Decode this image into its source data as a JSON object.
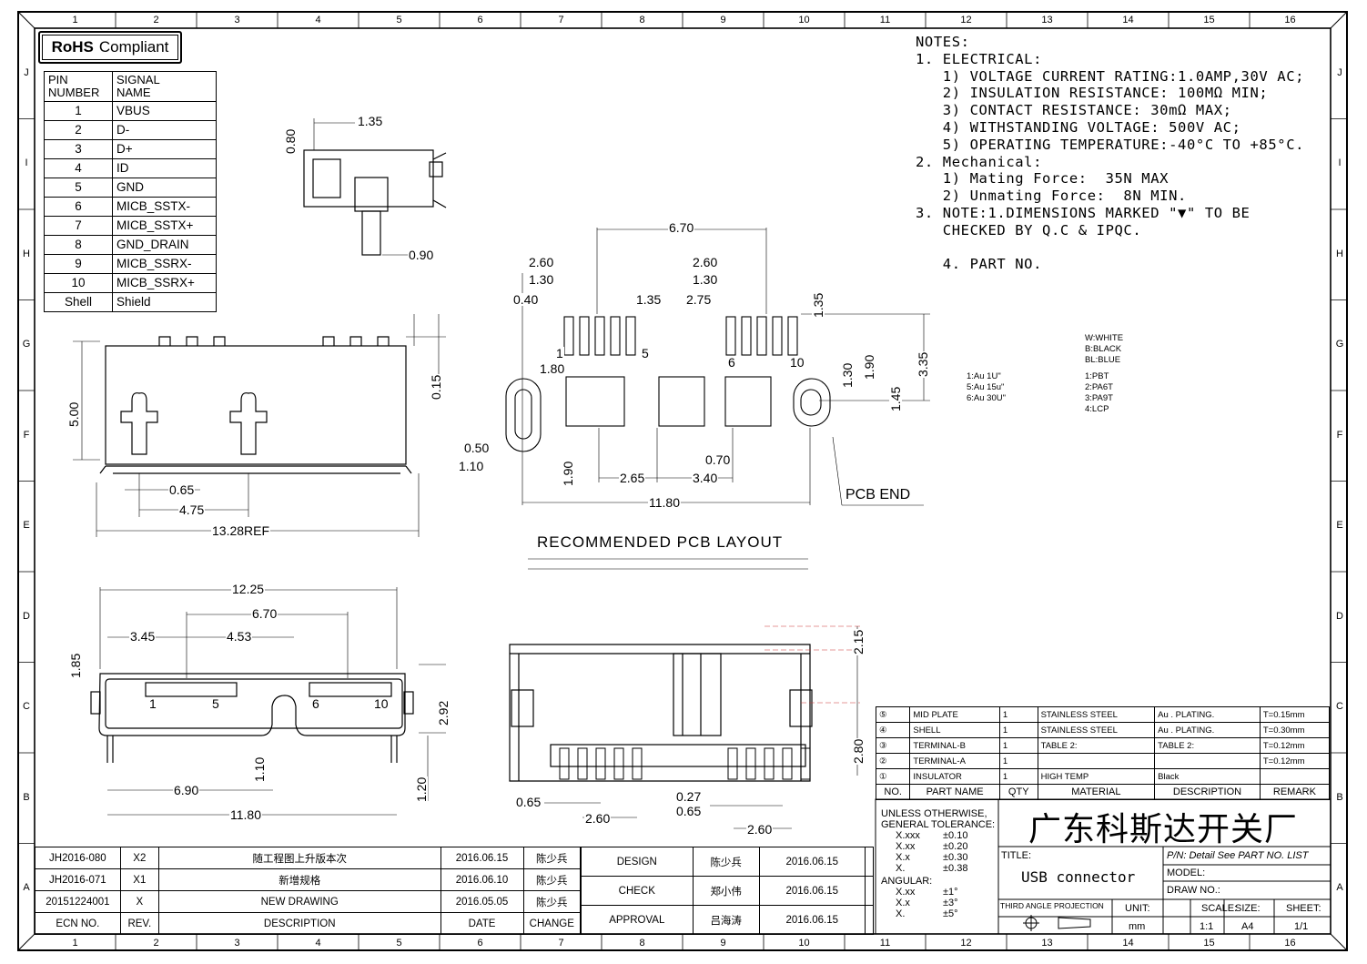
{
  "rohs": {
    "bold": "RoHS",
    "label": "Compliant"
  },
  "zones_cols": [
    "1",
    "2",
    "3",
    "4",
    "5",
    "6",
    "7",
    "8",
    "9",
    "10",
    "11",
    "12",
    "13",
    "14",
    "15",
    "16"
  ],
  "zones_rows": [
    "J",
    "I",
    "H",
    "G",
    "F",
    "E",
    "D",
    "C",
    "B",
    "A"
  ],
  "pin_table": {
    "headers": [
      "PIN NUMBER",
      "SIGNAL NAME"
    ],
    "header_lines": [
      [
        "PIN",
        "NUMBER"
      ],
      [
        "SIGNAL",
        "NAME"
      ]
    ],
    "rows": [
      [
        "1",
        "VBUS"
      ],
      [
        "2",
        "D-"
      ],
      [
        "3",
        "D+"
      ],
      [
        "4",
        "ID"
      ],
      [
        "5",
        "GND"
      ],
      [
        "6",
        "MICB_SSTX-"
      ],
      [
        "7",
        "MICB_SSTX+"
      ],
      [
        "8",
        "GND_DRAIN"
      ],
      [
        "9",
        "MICB_SSRX-"
      ],
      [
        "10",
        "MICB_SSRX+"
      ],
      [
        "Shell",
        "Shield"
      ]
    ]
  },
  "notes": [
    "NOTES:",
    "1. ELECTRICAL:",
    "   1) VOLTAGE CURRENT RATING:1.0AMP,30V AC;",
    "   2) INSULATION RESISTANCE: 100MΩ MIN;",
    "   3) CONTACT RESISTANCE: 30mΩ MAX;",
    "   4) WITHSTANDING VOLTAGE: 500V AC;",
    "   5) OPERATING TEMPERATURE:-40°C TO +85°C.",
    "2. Mechanical:",
    "   1) Mating Force:  35N MAX",
    "   2) Unmating Force:  8N MIN.",
    "3. NOTE:1.DIMENSIONS MARKED \"▼\" TO BE",
    "   CHECKED BY Q.C & IPQC.",
    "",
    "   4. PART NO."
  ],
  "part_codes": {
    "colors": [
      "W:WHITE",
      "B:BLACK",
      "BL:BLUE"
    ],
    "plating": [
      "1:Au 1U\"",
      "5:Au 15u\"",
      "6:Au 30U\""
    ],
    "materials": [
      "1:PBT",
      "2:PA6T",
      "3:PA9T",
      "4:LCP"
    ]
  },
  "dims": {
    "top_view": [
      "0.80",
      "1.35",
      "0.90"
    ],
    "front_view": [
      "5.00",
      "0.15",
      "0.65",
      "4.75",
      "13.28REF"
    ],
    "pcb": [
      "6.70",
      "2.60",
      "1.30",
      "0.40",
      "1.35",
      "2.75",
      "2.60",
      "1.30",
      "1.35",
      "1",
      "5",
      "6",
      "10",
      "1.80",
      "1.30",
      "1.90",
      "3.35",
      "1.45",
      "0.50",
      "1.10",
      "1.90",
      "0.70",
      "2.65",
      "3.40",
      "11.80",
      "PCB END"
    ],
    "bottom_view": [
      "12.25",
      "6.70",
      "3.45",
      "4.53",
      "1.85",
      "2.92",
      "1",
      "5",
      "6",
      "10",
      "1.10",
      "1.20",
      "6.90",
      "11.80"
    ],
    "side_view": [
      "2.15",
      "2.80",
      "0.27",
      "0.65",
      "0.65",
      "2.60",
      "2.60"
    ]
  },
  "pcb_title": "RECOMMENDED PCB LAYOUT",
  "bom": {
    "rows": [
      [
        "5",
        "MID PLATE",
        "1",
        "STAINLESS STEEL",
        "Au . PLATING.",
        "T=0.15mm"
      ],
      [
        "4",
        "SHELL",
        "1",
        "STAINLESS STEEL",
        "Au . PLATING.",
        "T=0.30mm"
      ],
      [
        "3",
        "TERMINAL-B",
        "1",
        "TABLE 2:",
        "TABLE 2:",
        "T=0.12mm"
      ],
      [
        "2",
        "TERMINAL-A",
        "1",
        "",
        "",
        "T=0.12mm"
      ],
      [
        "1",
        "INSULATOR",
        "1",
        "HIGH TEMP",
        "Black",
        ""
      ]
    ],
    "header": [
      "NO.",
      "PART NAME",
      "QTY",
      "MATERIAL",
      "DESCRIPTION",
      "REMARK"
    ]
  },
  "tolerance": {
    "title1": "UNLESS OTHERWISE,",
    "title2": "GENERAL TOLERANCE:",
    "rows": [
      [
        "X.xxx",
        "±0.10"
      ],
      [
        "X.xx",
        "±0.20"
      ],
      [
        "X.x",
        "±0.30"
      ],
      [
        "X.",
        "±0.38"
      ]
    ],
    "angular_label": "ANGULAR:",
    "angular": [
      [
        "X.xx",
        "±1°"
      ],
      [
        "X.x",
        "±3°"
      ],
      [
        "X.",
        "±5°"
      ]
    ]
  },
  "title_block": {
    "company": "广东科斯达开关厂",
    "title_label": "TITLE:",
    "title": "USB connector",
    "pn": "P/N: Detail  See  PART  NO.  LIST",
    "model": "MODEL:",
    "draw_no": "DRAW  NO.:",
    "projection": "THIRD ANGLE PROJECTION",
    "unit_label": "UNIT:",
    "unit": "mm",
    "scale_label": "SCALE:",
    "scale": "1:1",
    "size_label": "SIZE:",
    "size": "A4",
    "sheet_label": "SHEET:",
    "sheet": "1/1"
  },
  "revisions": {
    "rows": [
      [
        "JH2016-080",
        "X2",
        "随工程图上升版本次",
        "2016.06.15",
        "陈少兵"
      ],
      [
        "JH2016-071",
        "X1",
        "新增规格",
        "2016.06.10",
        "陈少兵"
      ],
      [
        "20151224001",
        "X",
        "NEW DRAWING",
        "2016.05.05",
        "陈少兵"
      ]
    ],
    "header": [
      "ECN  NO.",
      "REV.",
      "DESCRIPTION",
      "DATE",
      "CHANGE"
    ]
  },
  "approvals": [
    [
      "DESIGN",
      "陈少兵",
      "2016.06.15"
    ],
    [
      "CHECK",
      "郑小伟",
      "2016.06.15"
    ],
    [
      "APPROVAL",
      "吕海涛",
      "2016.06.15"
    ]
  ]
}
